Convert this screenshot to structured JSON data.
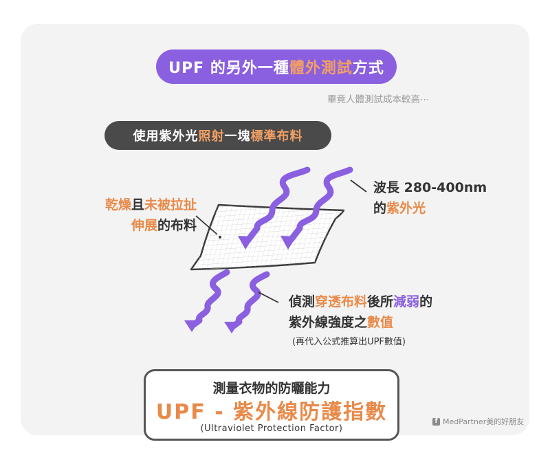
{
  "title": {
    "part1": "UPF 的另外一種",
    "highlight": "體外測試",
    "part2": "方式"
  },
  "note": "畢竟人體測試成本較高⋯",
  "subtitle": {
    "part1": "使用紫外光",
    "hl1": "照射",
    "part2": "一塊",
    "hl2": "標準布料"
  },
  "fabric_label": {
    "line1_hl1": "乾燥",
    "line1_mid": "且",
    "line1_hl2": "未被拉扯",
    "line2_hl": "伸展",
    "line2_rest": "的布料"
  },
  "wave_label": {
    "line1": "波長 280-400nm",
    "line2_pre": "的",
    "line2_hl": "紫外光"
  },
  "measure_label": {
    "line1_pre": "偵測",
    "line1_hl1": "穿透布料",
    "line1_mid": "後所",
    "line1_hl2": "減弱",
    "line1_post": "的",
    "line2_pre": "紫外線強度之",
    "line2_hl": "數值"
  },
  "formula_note": "(再代入公式推算出UPF數值)",
  "box": {
    "line1": "測量衣物的防曬能力",
    "line2": "UPF - 紫外線防護指數",
    "line3": "(Ultraviolet Protection Factor)"
  },
  "credit": {
    "icon": "facebook-icon",
    "text": "MedPartner美的好朋友"
  },
  "colors": {
    "purple": "#8a5fe0",
    "orange": "#e98a4a",
    "dark": "#4a4a4a",
    "background": "#f2f3f2"
  }
}
